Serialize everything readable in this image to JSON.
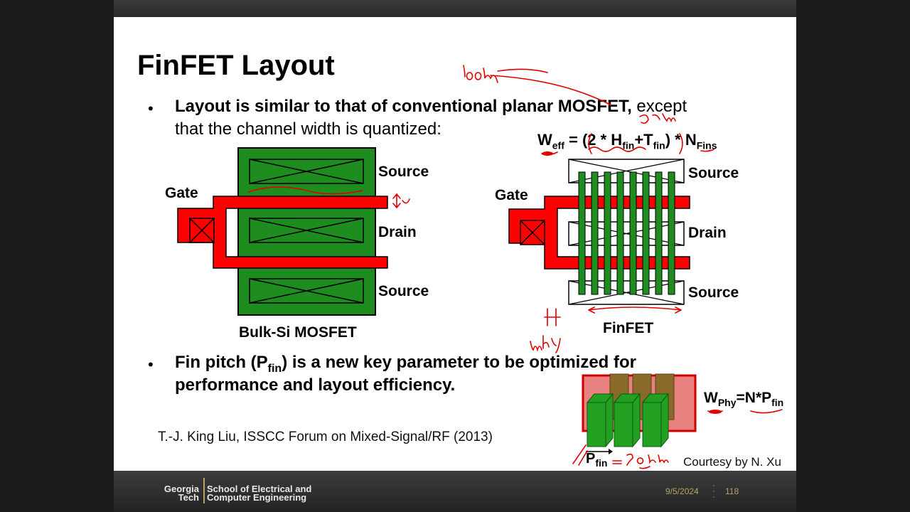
{
  "slide": {
    "title": "FinFET Layout",
    "bullet1_bold": "Layout is similar to that of conventional planar MOSFET,",
    "bullet1_rest": " except",
    "bullet1_line2": "that the channel width is quantized:",
    "bullet2_a": "Fin pitch (P",
    "bullet2_sub": "fin",
    "bullet2_b": ") is a new key parameter to be optimized for",
    "bullet2_line2": "performance and layout efficiency.",
    "left_diagram": {
      "gate_label": "Gate",
      "source_top": "Source",
      "drain": "Drain",
      "source_bottom": "Source",
      "caption": "Bulk-Si MOSFET"
    },
    "right_diagram": {
      "gate_label": "Gate",
      "source_top": "Source",
      "drain": "Drain",
      "source_bottom": "Source",
      "caption": "FinFET"
    },
    "formula_weff": {
      "w": "W",
      "w_sub": "eff",
      "mid": " = (2 * H",
      "h_sub": "fin",
      "plus": "+T",
      "t_sub": "fin",
      "close": ") * N",
      "n_sub": "Fins"
    },
    "formula_wphy": {
      "w": "W",
      "w_sub": "Phy",
      "mid": "=N*P",
      "p_sub": "fin"
    },
    "pfin_label": "P",
    "pfin_sub": "fin",
    "citation": "T.-J. King Liu, ISSCC Forum on Mixed-Signal/RF (2013)",
    "courtesy": "Courtesy by N. Xu"
  },
  "footer": {
    "logo_line1": "Georgia",
    "logo_line2": "Tech",
    "school_line1": "School of Electrical and",
    "school_line2": "Computer Engineering",
    "date": "9/5/2024",
    "page": "118"
  },
  "colors": {
    "gate_red": "#ff0000",
    "active_green": "#1e8c1e",
    "ink_red": "#e00000",
    "gt_gold": "#b3a369"
  }
}
